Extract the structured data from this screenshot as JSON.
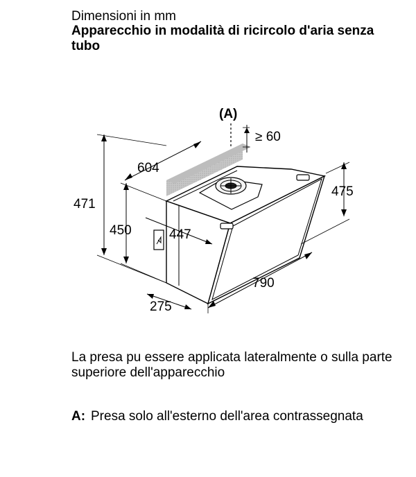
{
  "header": {
    "subtitle": "Dimensioni in mm",
    "title": "Apparecchio in modalità di ricircolo d'aria senza tubo"
  },
  "diagram": {
    "point_label": "(A)",
    "dimensions": {
      "clearance": "≥ 60",
      "width_604": "604",
      "height_471": "471",
      "height_450": "450",
      "depth_447": "447",
      "height_475": "475",
      "width_790": "790",
      "depth_275": "275"
    }
  },
  "note": "La presa pu essere applicata lateralmente o sulla parte superiore dell'apparecchio",
  "legend": {
    "key": "A:",
    "text": "Presa solo all'esterno dell'area contrassegnata"
  }
}
